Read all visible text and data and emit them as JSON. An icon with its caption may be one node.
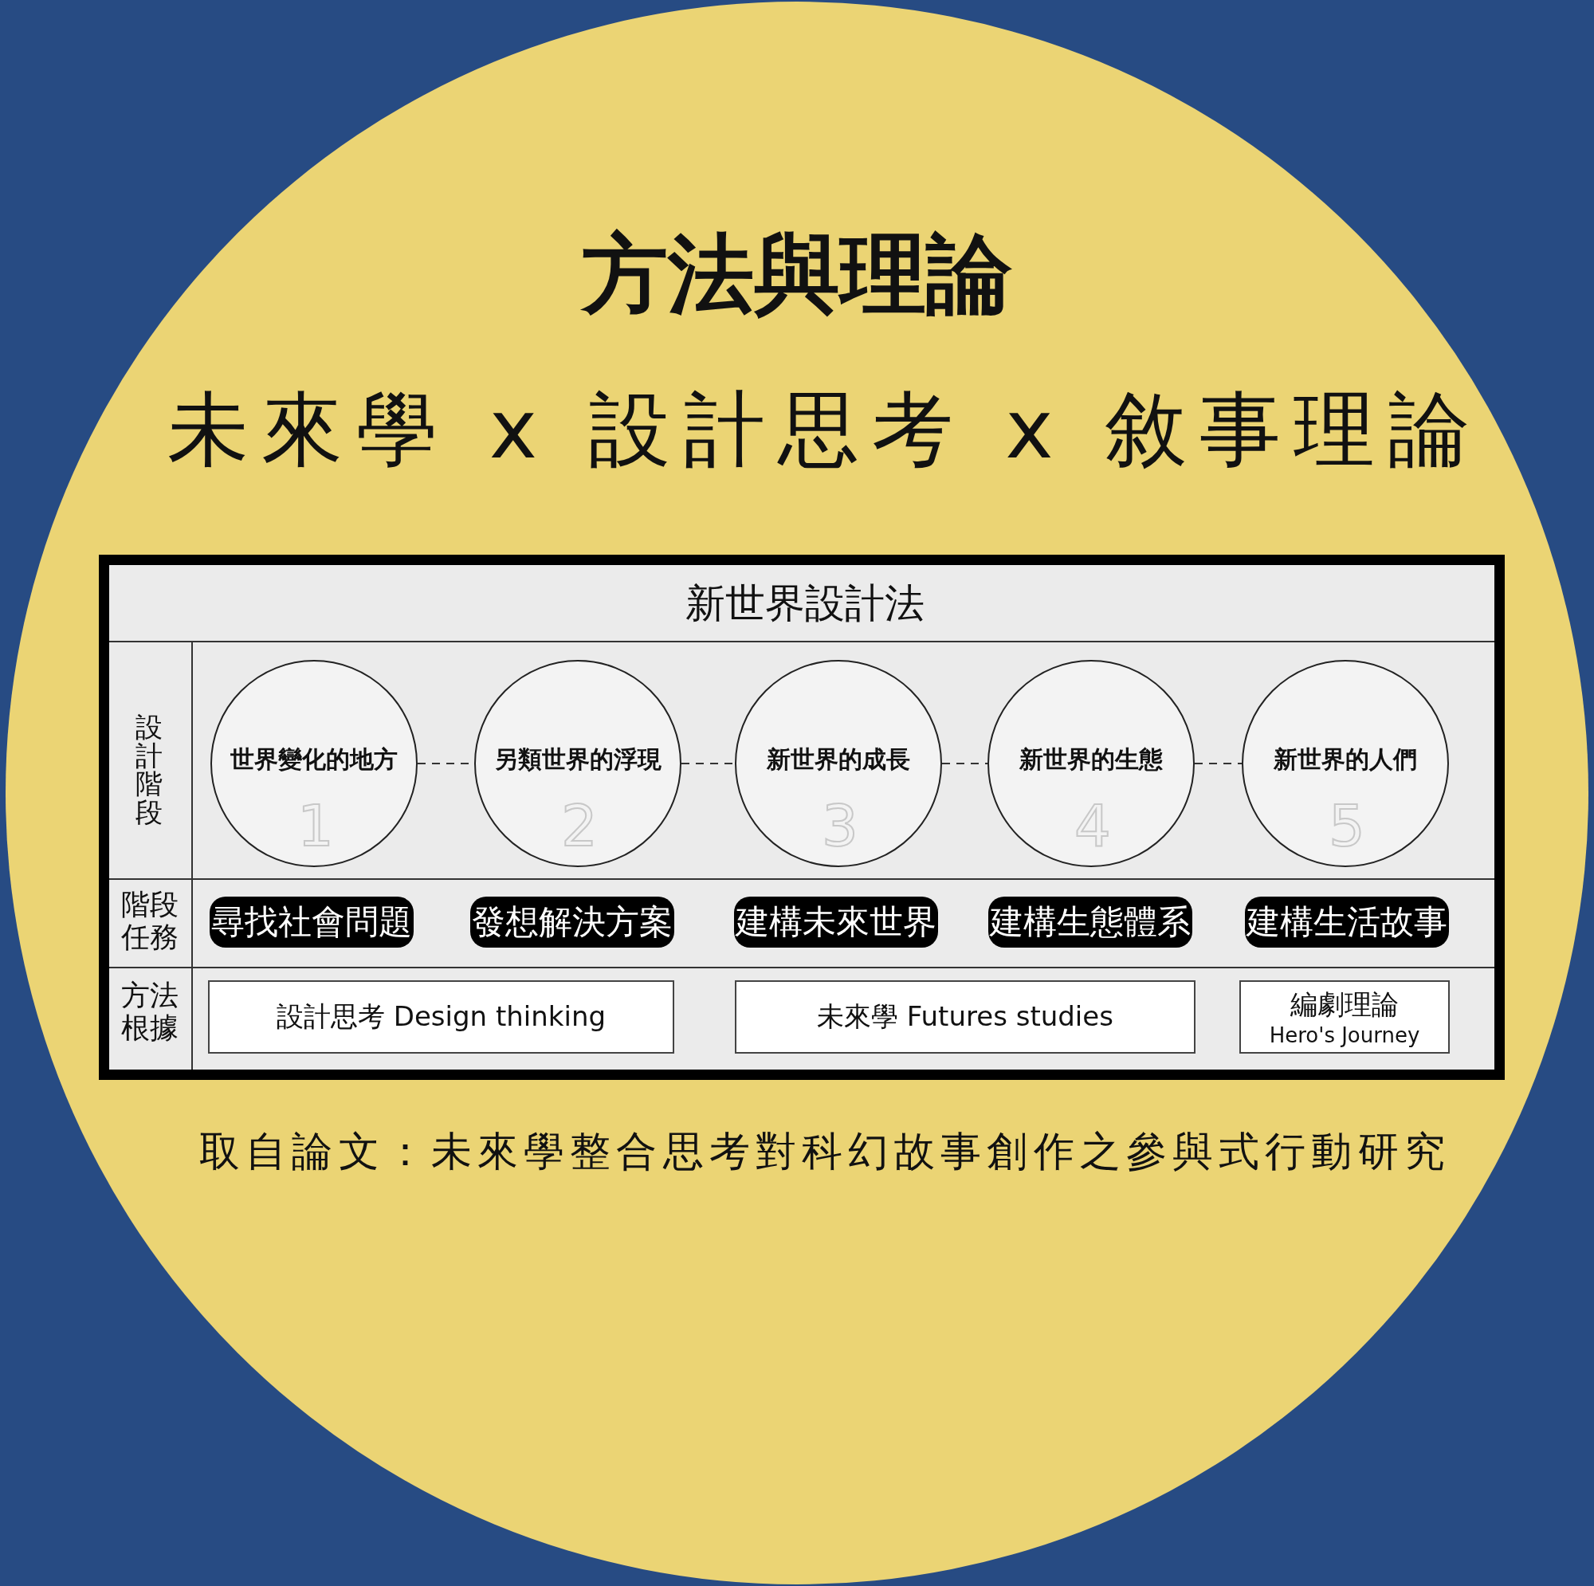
{
  "diagram": {
    "title": "方法與理論",
    "caption": "取自論文：未來學整合思考對科幻故事創作之參與式行動研究",
    "nodes": [
      {
        "text": [
          "新世界設計法"
        ]
      },
      {
        "text": [
          "世界變化的地方",
          "1"
        ],
        "in": 0
      },
      {
        "text": [
          "另類世界的浮現",
          "2"
        ],
        "in": 0
      },
      {
        "text": [
          "新世界的成長",
          "3"
        ],
        "in": 0
      },
      {
        "text": [
          "新世界的生態",
          "4"
        ],
        "in": 0
      },
      {
        "text": [
          "新世界的人們",
          "5"
        ],
        "in": 0
      },
      {
        "text": [
          "尋找社會問題"
        ],
        "in": 0
      },
      {
        "text": [
          "發想解決方案"
        ],
        "in": 0
      },
      {
        "text": [
          "建構未來世界"
        ],
        "in": 0
      },
      {
        "text": [
          "建構生態體系"
        ],
        "in": 0
      },
      {
        "text": [
          "建構生活故事"
        ],
        "in": 0
      },
      {
        "text": [
          "設計思考 Design thinking"
        ],
        "in": 0
      },
      {
        "text": [
          "未來學 Futures studies"
        ],
        "in": 0
      },
      {
        "text": [
          "編劇理論",
          "Hero's Journey"
        ],
        "in": 0
      }
    ],
    "edges": [
      {
        "from": 1,
        "to": 2,
        "arrow": "none",
        "style": "dashed"
      },
      {
        "from": 2,
        "to": 3,
        "arrow": "none",
        "style": "dashed"
      },
      {
        "from": 3,
        "to": 4,
        "arrow": "none",
        "style": "dashed"
      },
      {
        "from": 4,
        "to": 5,
        "arrow": "none",
        "style": "dashed"
      }
    ],
    "labels": [
      "未來學 x 設計思考 x 敘事理論",
      "設計階段",
      "階段任務",
      "方法根據"
    ]
  }
}
